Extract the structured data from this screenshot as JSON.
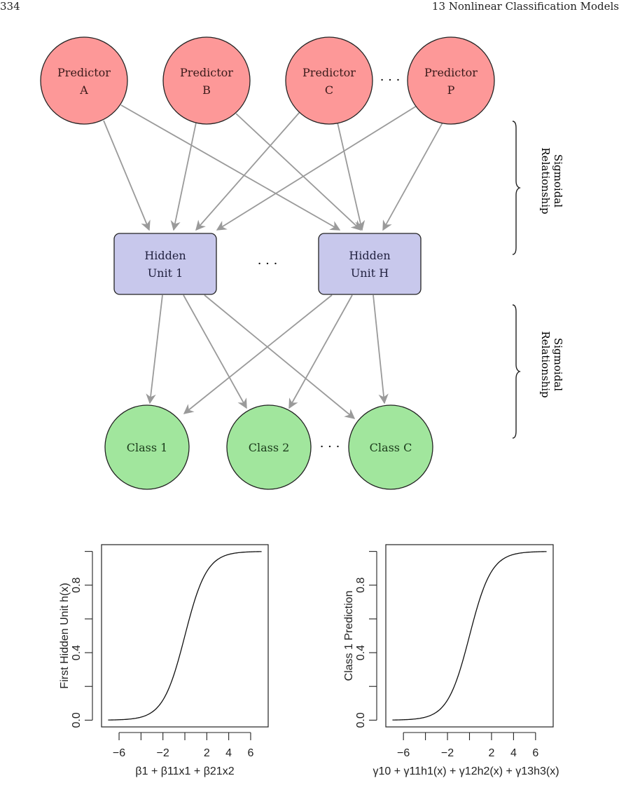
{
  "page": {
    "number": "334",
    "header": "13 Nonlinear Classification Models"
  },
  "network": {
    "colors": {
      "predictor_fill": "#fd9898",
      "hidden_fill": "#c8c8ec",
      "class_fill": "#a1e69d",
      "edge": "#9a9a9a",
      "stroke": "#222222"
    },
    "predictors": [
      {
        "line1": "Predictor",
        "line2": "A"
      },
      {
        "line1": "Predictor",
        "line2": "B"
      },
      {
        "line1": "Predictor",
        "line2": "C"
      },
      {
        "line1": "Predictor",
        "line2": "P"
      }
    ],
    "hidden_units": [
      {
        "line1": "Hidden",
        "line2": "Unit 1"
      },
      {
        "line1": "Hidden",
        "line2": "Unit H"
      }
    ],
    "classes": [
      {
        "label": "Class 1"
      },
      {
        "label": "Class 2"
      },
      {
        "label": "Class C"
      }
    ],
    "ellipsis": "· · ·",
    "braces": [
      {
        "line1": "Sigmoidal",
        "line2": "Relationship"
      },
      {
        "line1": "Sigmoidal",
        "line2": "Relationship"
      }
    ]
  },
  "chart_data": [
    {
      "type": "line",
      "title": "",
      "xlabel": "β1 + β11x1 + β21x2",
      "ylabel": "First Hidden Unit h(x)",
      "function": "logistic",
      "x_range": [
        -7,
        7
      ],
      "xlim": [
        -7.6,
        7.6
      ],
      "ylim": [
        -0.04,
        1.04
      ],
      "x_ticks": [
        -6,
        -4,
        -2,
        0,
        2,
        4,
        6
      ],
      "x_tick_labels": [
        "−6",
        "",
        "−2",
        "",
        "2",
        "4",
        "6"
      ],
      "y_ticks": [
        0.0,
        0.2,
        0.4,
        0.6,
        0.8,
        1.0
      ],
      "y_tick_labels": [
        "0.0",
        "",
        "0.4",
        "",
        "0.8",
        ""
      ],
      "grid": false,
      "series": [
        {
          "name": "sigmoid",
          "x": [
            -7,
            -6,
            -5,
            -4,
            -3,
            -2,
            -1,
            0,
            1,
            2,
            3,
            4,
            5,
            6,
            7
          ],
          "y": [
            0.001,
            0.002,
            0.007,
            0.018,
            0.047,
            0.119,
            0.269,
            0.5,
            0.731,
            0.881,
            0.953,
            0.982,
            0.993,
            0.998,
            0.999
          ]
        }
      ]
    },
    {
      "type": "line",
      "title": "",
      "xlabel": "γ10 + γ11h1(x) + γ12h2(x) + γ13h3(x)",
      "ylabel": "Class 1 Prediction",
      "function": "logistic",
      "x_range": [
        -7,
        7
      ],
      "xlim": [
        -7.6,
        7.6
      ],
      "ylim": [
        -0.04,
        1.04
      ],
      "x_ticks": [
        -6,
        -4,
        -2,
        0,
        2,
        4,
        6
      ],
      "x_tick_labels": [
        "−6",
        "",
        "−2",
        "",
        "2",
        "4",
        "6"
      ],
      "y_ticks": [
        0.0,
        0.2,
        0.4,
        0.6,
        0.8,
        1.0
      ],
      "y_tick_labels": [
        "0.0",
        "",
        "0.4",
        "",
        "0.8",
        ""
      ],
      "grid": false,
      "series": [
        {
          "name": "sigmoid",
          "x": [
            -7,
            -6,
            -5,
            -4,
            -3,
            -2,
            -1,
            0,
            1,
            2,
            3,
            4,
            5,
            6,
            7
          ],
          "y": [
            0.001,
            0.002,
            0.007,
            0.018,
            0.047,
            0.119,
            0.269,
            0.5,
            0.731,
            0.881,
            0.953,
            0.982,
            0.993,
            0.998,
            0.999
          ]
        }
      ]
    }
  ]
}
